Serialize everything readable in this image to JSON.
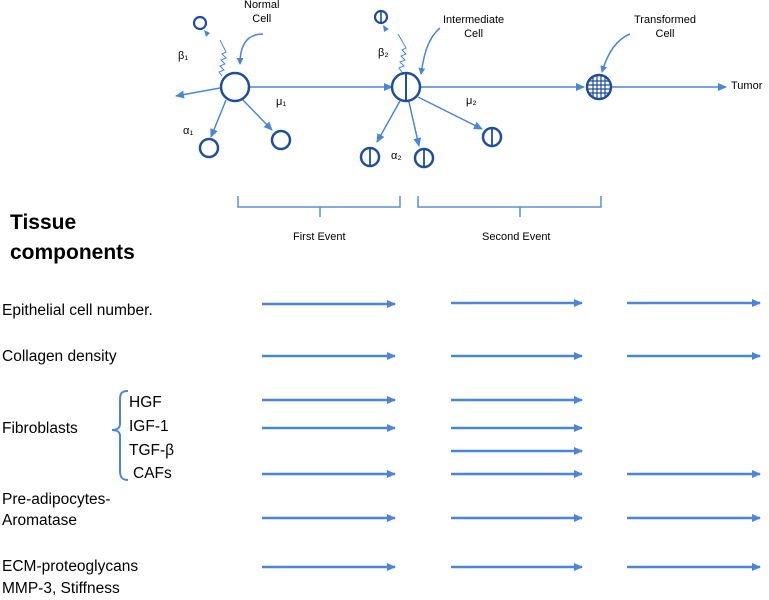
{
  "colors": {
    "cell_stroke": "#1f4e9a",
    "arrow": "#4a86d8",
    "bracket": "#5a8fd8",
    "text": "#000000"
  },
  "cells": {
    "normal": "Normal\nCell",
    "intermediate": "Intermediate\nCell",
    "transformed": "Transformed\nCell",
    "tumor": "Tumor"
  },
  "params": {
    "beta1": "β₁",
    "beta2": "β₂",
    "mu1": "μ₁",
    "mu2": "μ₂",
    "alpha1": "α₁",
    "alpha2": "α₂"
  },
  "events": {
    "first": "First Event",
    "second": "Second Event"
  },
  "heading": {
    "line1": "Tissue",
    "line2": "components"
  },
  "rows": {
    "epithelial": "Epithelial cell number.",
    "collagen": "Collagen density",
    "fibroblasts": "Fibroblasts",
    "hgf": "HGF",
    "igf": "IGF-1",
    "tgf": "TGF-β",
    "cafs": "CAFs",
    "preadipo_1": "Pre-adipocytes-",
    "preadipo_2": "Aromatase",
    "ecm_1": "ECM-proteoglycans",
    "ecm_2": "MMP-3, Stiffness"
  },
  "icons": {
    "normal_cell": "circle-icon",
    "intermediate_cell": "half-circle-icon",
    "transformed_cell": "grid-circle-icon",
    "arrow": "arrow-icon"
  }
}
